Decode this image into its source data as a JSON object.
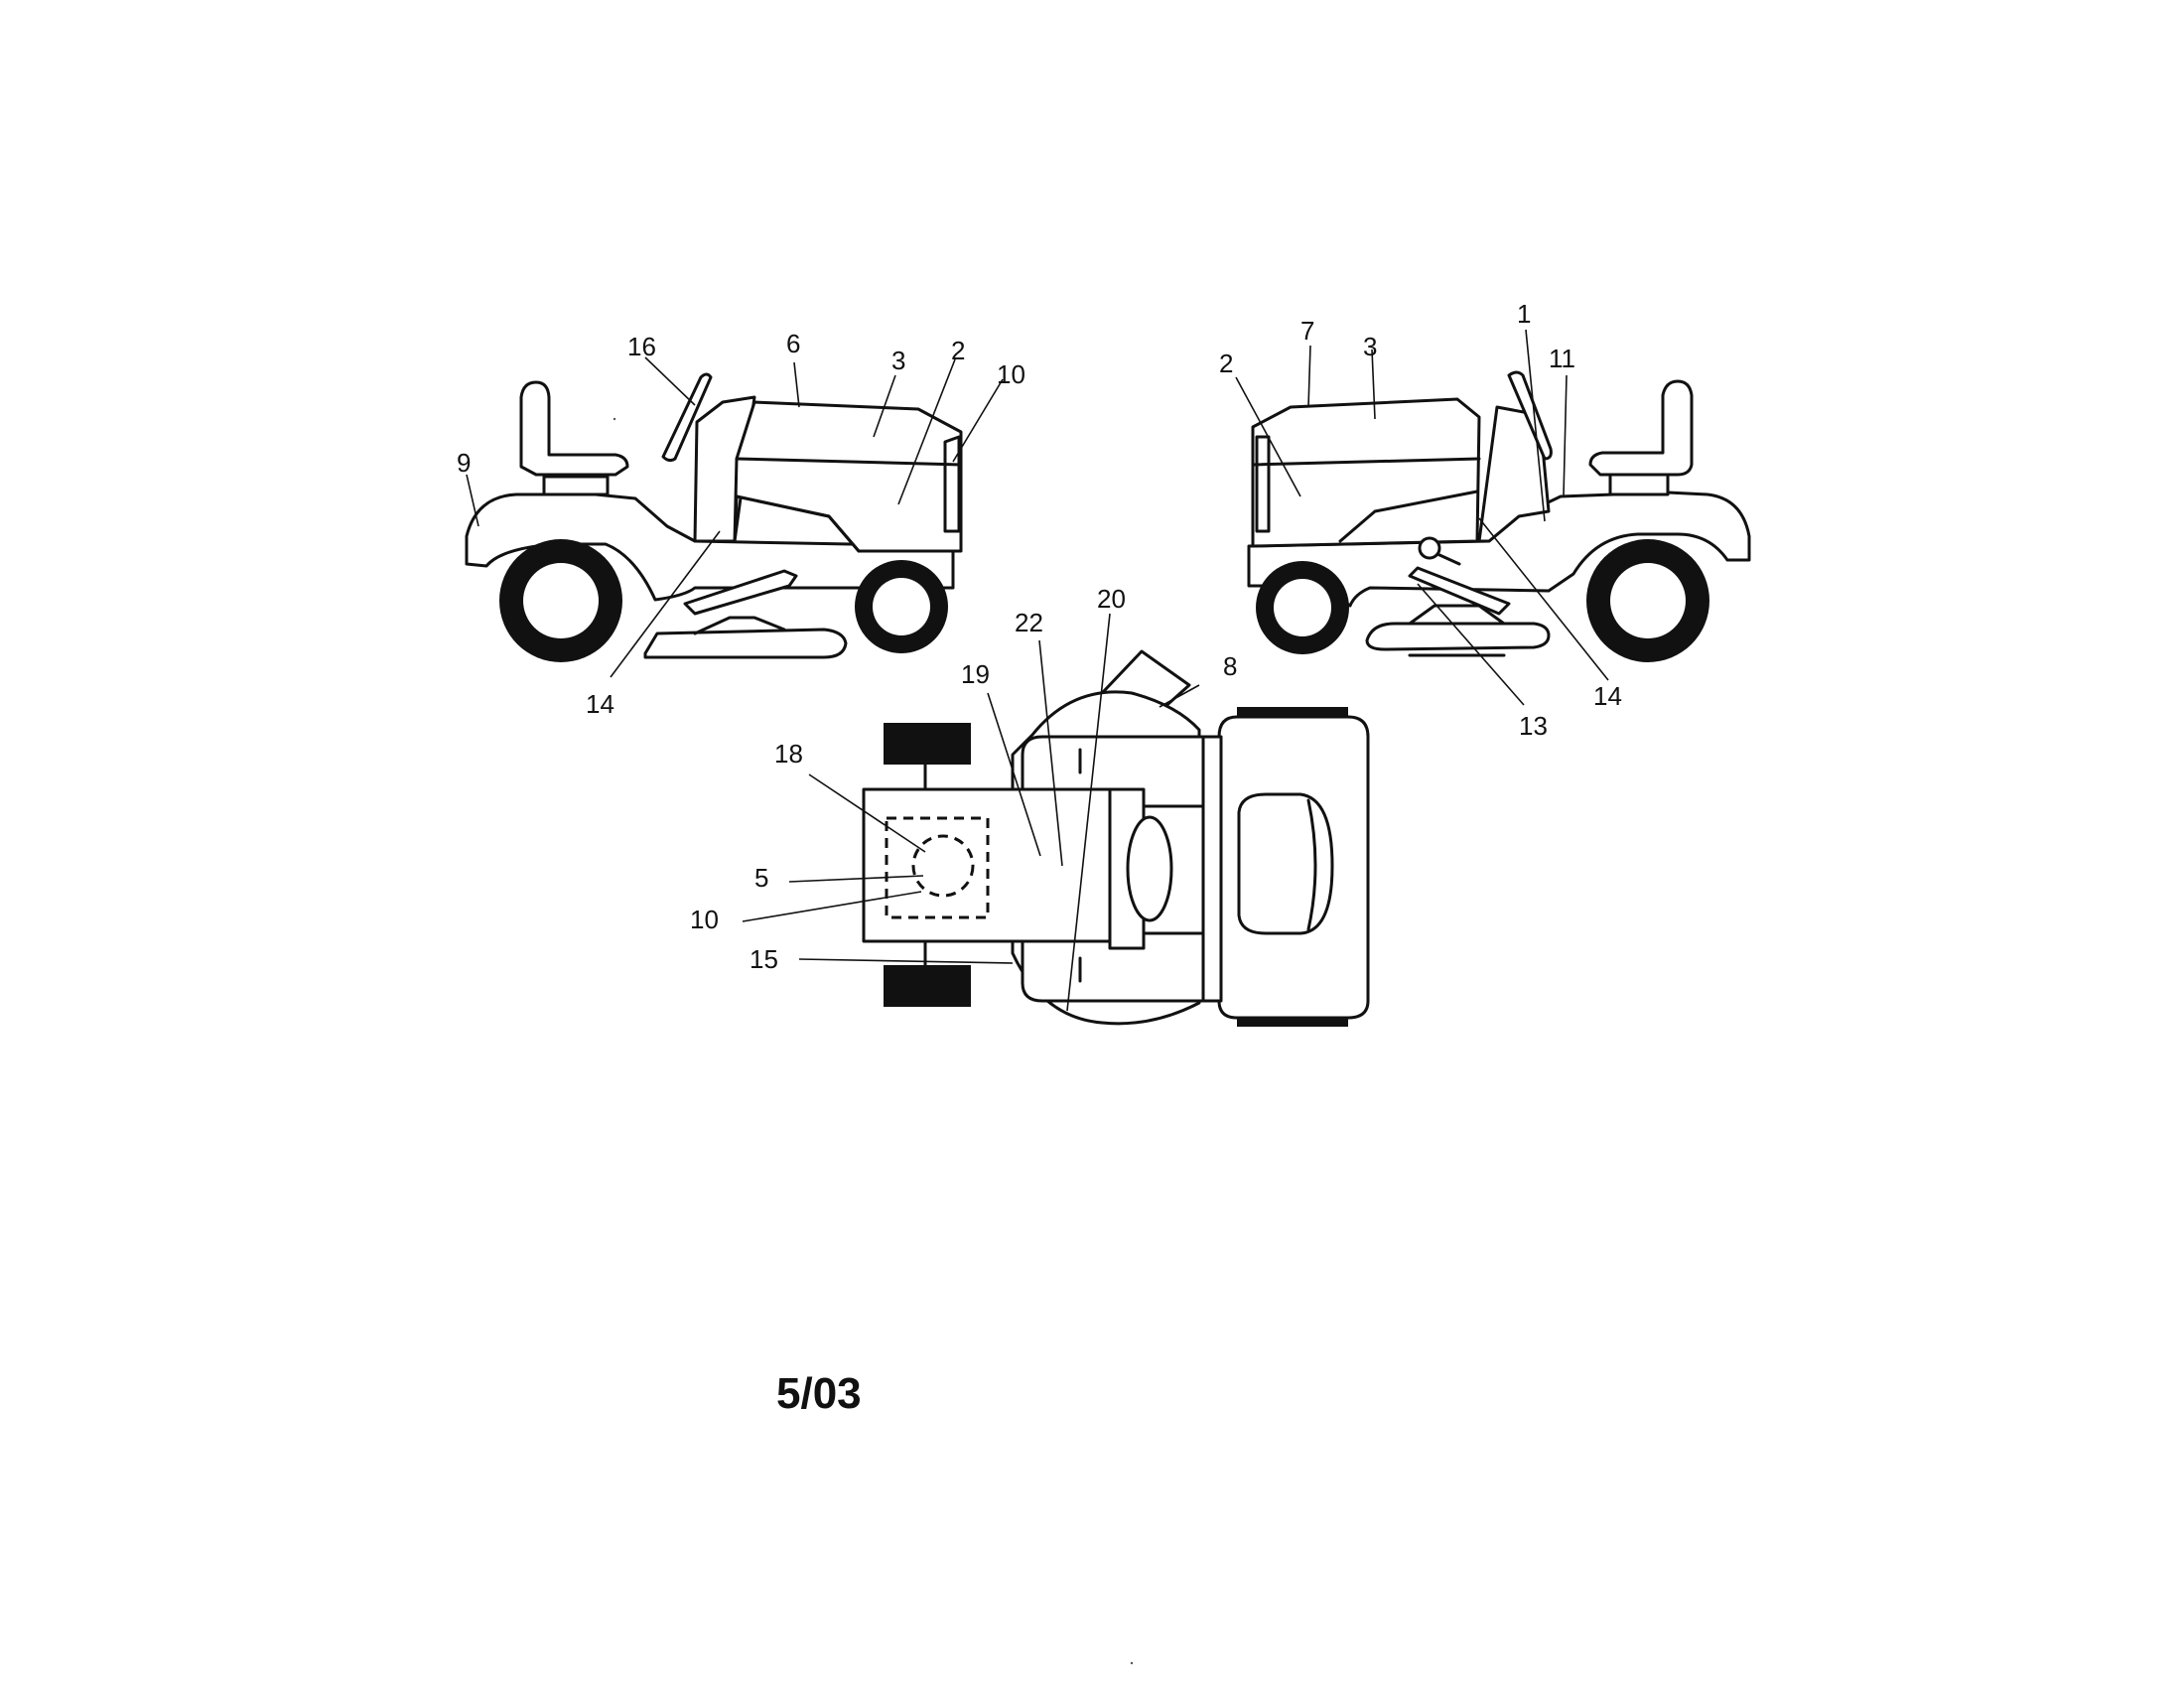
{
  "diagram": {
    "date_code": "5/03",
    "left_view": {
      "callouts": [
        "16",
        "6",
        "3",
        "2",
        "10",
        "9",
        "14"
      ]
    },
    "right_view": {
      "callouts": [
        "2",
        "7",
        "3",
        "1",
        "11",
        "14",
        "13"
      ]
    },
    "top_view": {
      "callouts": [
        "8",
        "20",
        "22",
        "19",
        "18",
        "5",
        "10",
        "15"
      ]
    }
  }
}
